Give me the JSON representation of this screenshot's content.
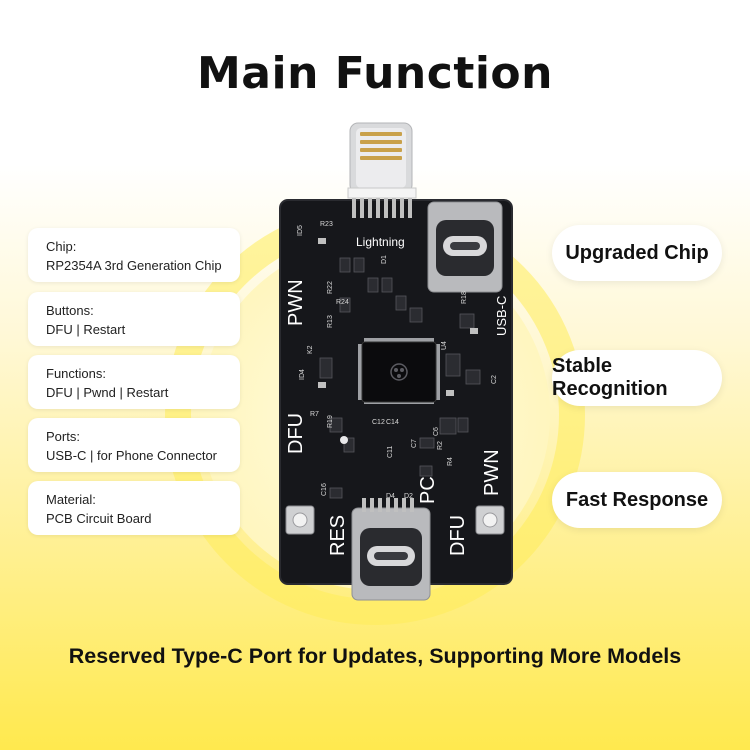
{
  "page": {
    "title": "Main Function",
    "footer": "Reserved Type-C Port for Updates, Supporting More Models"
  },
  "specs": [
    {
      "label": "Chip:",
      "value": "RP2354A 3rd Generation Chip"
    },
    {
      "label": "Buttons:",
      "value": "DFU | Restart"
    },
    {
      "label": "Functions:",
      "value": "DFU | Pwnd | Restart"
    },
    {
      "label": "Ports:",
      "value": "USB-C | for Phone Connector"
    },
    {
      "label": "Material:",
      "value": "PCB Circuit Board"
    }
  ],
  "features": [
    "Upgraded Chip",
    "Stable Recognition",
    "Fast Response"
  ],
  "board": {
    "silkscreen": {
      "lightning": "Lightning",
      "pwn_top": "PWN",
      "usbc": "USB-C",
      "dfu_left": "DFU",
      "pc": "PC",
      "pwn_right": "PWN",
      "res": "RES",
      "dfu_bottom": "DFU"
    },
    "components": [
      "R23",
      "ID5",
      "R22",
      "R24",
      "R13",
      "ID4",
      "R7",
      "R19",
      "C16",
      "R18",
      "U4",
      "C2",
      "D1",
      "D2",
      "D4",
      "R2",
      "R4",
      "C6",
      "C7",
      "C11",
      "C12",
      "C14",
      "K2"
    ]
  },
  "colors": {
    "accent": "#ffe94e",
    "board": "#16171b",
    "text": "#111111"
  }
}
